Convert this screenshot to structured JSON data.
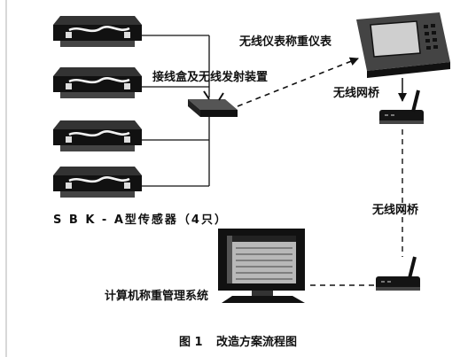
{
  "figure": {
    "sensor_label": "S B K - A型传感器（4只）",
    "junction_label": "接线盒及无线发射装置",
    "indicator_label": "无线仪表称重仪表",
    "bridge_label_top": "无线网桥",
    "bridge_label_bottom": "无线网桥",
    "computer_label": "计算机称重管理系统",
    "caption_number": "图 1",
    "caption_title": "改造方案流程图"
  }
}
